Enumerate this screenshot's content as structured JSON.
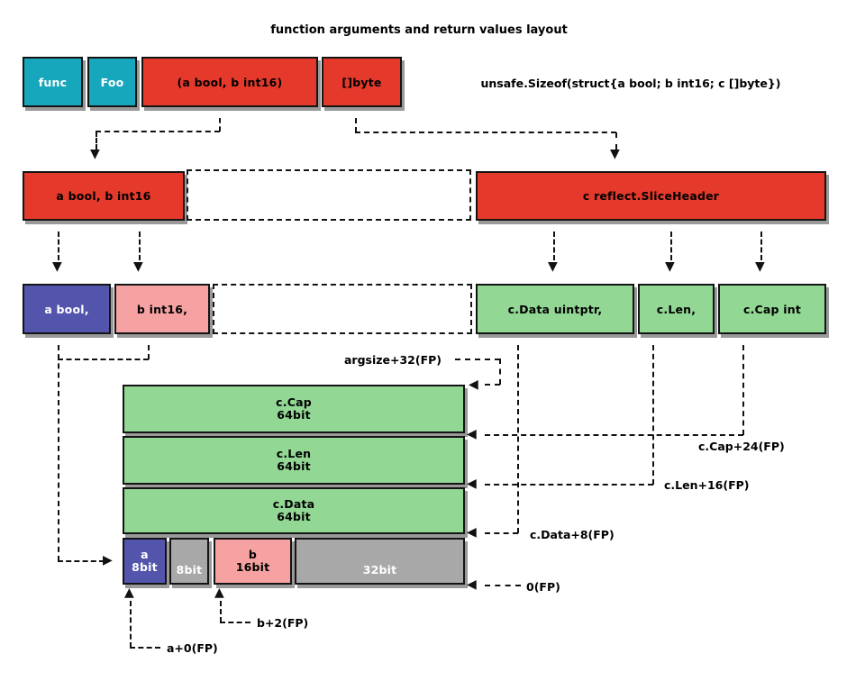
{
  "title": "function arguments and return values layout",
  "row1": {
    "func": "func",
    "foo": "Foo",
    "args": "(a bool, b int16)",
    "ret": "[]byte",
    "sizeof_note": "unsafe.Sizeof(struct{a bool; b int16; c []byte})"
  },
  "row2": {
    "args": "a bool, b int16",
    "slice_header": "c reflect.SliceHeader"
  },
  "row3": {
    "a": "a bool,",
    "b": "b int16,",
    "data": "c.Data uintptr,",
    "len": "c.Len,",
    "cap": "c.Cap int"
  },
  "stack": {
    "cap": {
      "name": "c.Cap",
      "size": "64bit"
    },
    "len": {
      "name": "c.Len",
      "size": "64bit"
    },
    "data": {
      "name": "c.Data",
      "size": "64bit"
    }
  },
  "bits": {
    "a": {
      "label": "a",
      "size": "8bit"
    },
    "pad1": "8bit",
    "b": {
      "label": "b",
      "size": "16bit"
    },
    "pad2": "32bit"
  },
  "labels": {
    "argsize": "argsize+32(FP)",
    "cap_offset": "c.Cap+24(FP)",
    "len_offset": "c.Len+16(FP)",
    "data_offset": "c.Data+8(FP)",
    "zero": "0(FP)",
    "b_offset": "b+2(FP)",
    "a_offset": "a+0(FP)"
  },
  "icons": {
    "arrow_down": "▼",
    "arrow_up": "▲",
    "arrow_left": "◀",
    "arrow_right": "▶"
  },
  "colors": {
    "teal": "#17a7bc",
    "red": "#e5392b",
    "purple": "#5355ad",
    "pink": "#f7a2a2",
    "green": "#93d795",
    "gray": "#a8a8a8",
    "line": "#111111",
    "shadow": "#999999"
  }
}
